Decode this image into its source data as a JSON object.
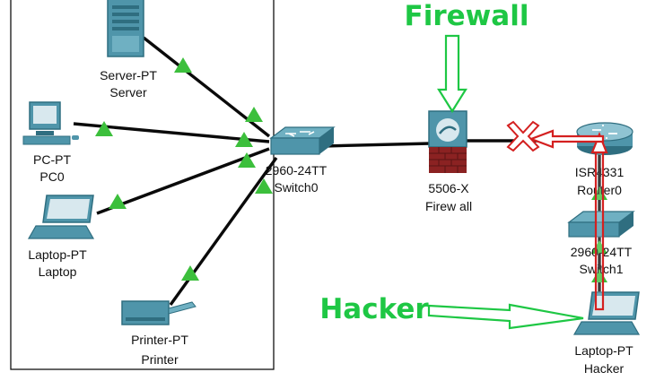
{
  "colors": {
    "link": "#0a0a0a",
    "link_up": "#3cbf3c",
    "device_teal": "#4f95aa",
    "device_dark": "#2f6e80",
    "firewall_brick": "#8b2222",
    "annotation_green": "#1ec744",
    "attack_red": "#d42020"
  },
  "devices": {
    "server": {
      "model": "Server-PT",
      "name": "Server",
      "icon": "server-icon"
    },
    "pc": {
      "model": "PC-PT",
      "name": "PC0",
      "icon": "desktop-pc-icon"
    },
    "laptop": {
      "model": "Laptop-PT",
      "name": "Laptop",
      "icon": "laptop-icon"
    },
    "printer": {
      "model": "Printer-PT",
      "name": "Printer",
      "icon": "printer-icon"
    },
    "switch0": {
      "model": "2960-24TT",
      "name": "Switch0",
      "icon": "switch-icon"
    },
    "firewall": {
      "model": "5506-X",
      "name": "Firew all",
      "icon": "firewall-icon"
    },
    "router": {
      "model": "ISR4331",
      "name": "Router0",
      "icon": "router-icon"
    },
    "switch1": {
      "model": "2960-24TT",
      "name": "Switch1",
      "icon": "switch-icon"
    },
    "hacker_laptop": {
      "model": "Laptop-PT",
      "name": "Hacker",
      "icon": "laptop-icon"
    }
  },
  "annotations": {
    "firewall_title": "Firewall",
    "hacker_title": "Hacker",
    "blocked_icon": "red-x-icon"
  }
}
